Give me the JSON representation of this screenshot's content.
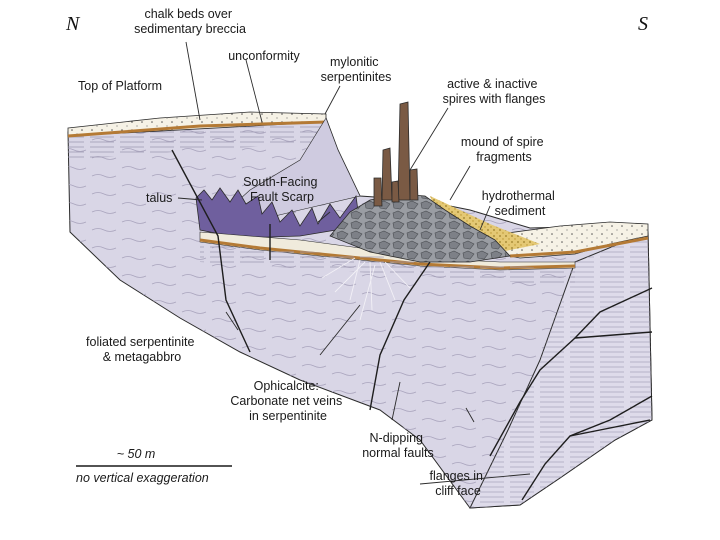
{
  "compass": {
    "north": "N",
    "south": "S"
  },
  "labels": {
    "chalk_beds": [
      "chalk beds over",
      "sedimentary breccia"
    ],
    "unconformity": [
      "unconformity"
    ],
    "top_of_platform": [
      "Top of Platform"
    ],
    "mylonitic": [
      "mylonitic",
      "serpentinites"
    ],
    "spires": [
      "active & inactive",
      "spires with flanges"
    ],
    "mound": [
      "mound of spire",
      "fragments"
    ],
    "hydrothermal": [
      "hydrothermal",
      "sediment"
    ],
    "fault_scarp": [
      "South-Facing",
      "Fault Scarp"
    ],
    "talus": [
      "talus"
    ],
    "foliated": [
      "foliated serpentinite",
      "& metagabbro"
    ],
    "ophicalcite": [
      "Ophicalcite:",
      "Carbonate net veins",
      "in serpentinite"
    ],
    "n_dipping": [
      "N-dipping",
      "normal faults"
    ],
    "flanges_cliff": [
      "flanges in",
      "cliff face"
    ]
  },
  "scale": {
    "distance": "~ 50 m",
    "note": "no vertical exaggeration"
  },
  "colors": {
    "rock": "#d9d6e6",
    "rock_edge": "#b9b4cc",
    "chalk": "#f6f2e6",
    "brown_band": "#b47a35",
    "talus": "#6f5f9e",
    "rubble": "#8c8f95",
    "hydro_sediment": "#d8b85a",
    "line": "#2b2b2b"
  }
}
